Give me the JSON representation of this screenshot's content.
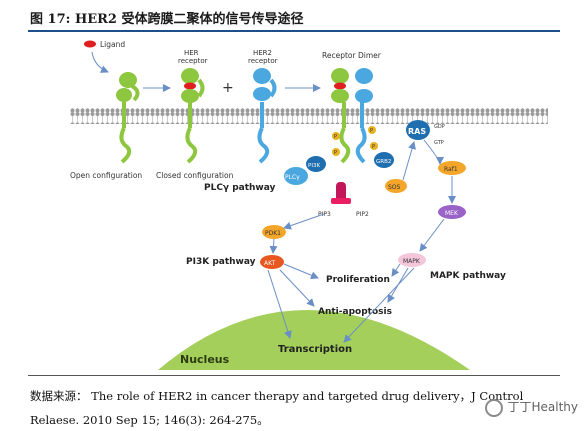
{
  "title": "图 17: HER2 受体跨膜二聚体的信号传导途径",
  "source": {
    "label": "数据来源：",
    "text": " The role of HER2 in cancer therapy and targeted drug delivery，J Control Relaese. 2010 Sep 15; 146(3): 264-275。"
  },
  "watermark": "丁丁Healthy",
  "diagram": {
    "legend_ligand": "Ligand",
    "her_receptor": [
      "HER",
      "receptor"
    ],
    "her2_receptor": [
      "HER2",
      "receptor"
    ],
    "plus": "+",
    "receptor_dimer": "Receptor Dimer",
    "open_configuration": "Open configuration",
    "closed_configuration": "Closed configuration",
    "plcy_pathway": "PLCγ pathway",
    "plcy": "PLCγ",
    "pi3k": "PI3K",
    "grb2": "GRB2",
    "sos": "SOS",
    "ras": "RAS",
    "gdp": "GDP",
    "gtp": "GTP",
    "raf1": "Raf1",
    "mek": "MEK",
    "mapk": "MAPK",
    "pip3": "PIP3",
    "pip2": "PIP2",
    "pdk1": "PDK1",
    "akt": "AKT",
    "pi3k_pathway": "PI3K pathway",
    "mapk_pathway": "MAPK pathway",
    "proliferation": "Proliferation",
    "anti_apoptosis": "Anti-apoptosis",
    "transcription": "Transcription",
    "nucleus": "Nucleus",
    "p": "P",
    "colors": {
      "her_green": "#8dc63f",
      "her2_blue": "#4aa7df",
      "ligand_red": "#e02020",
      "arrow_blue": "#6a8fc7",
      "nucleus_green": "#a3cf5a",
      "membrane": "#b0b0b0",
      "phospho_yellow": "#e8b21f",
      "orange_node": "#f4a62a",
      "purple_node": "#9a63c7",
      "title_rule": "#1f4e8c"
    }
  }
}
